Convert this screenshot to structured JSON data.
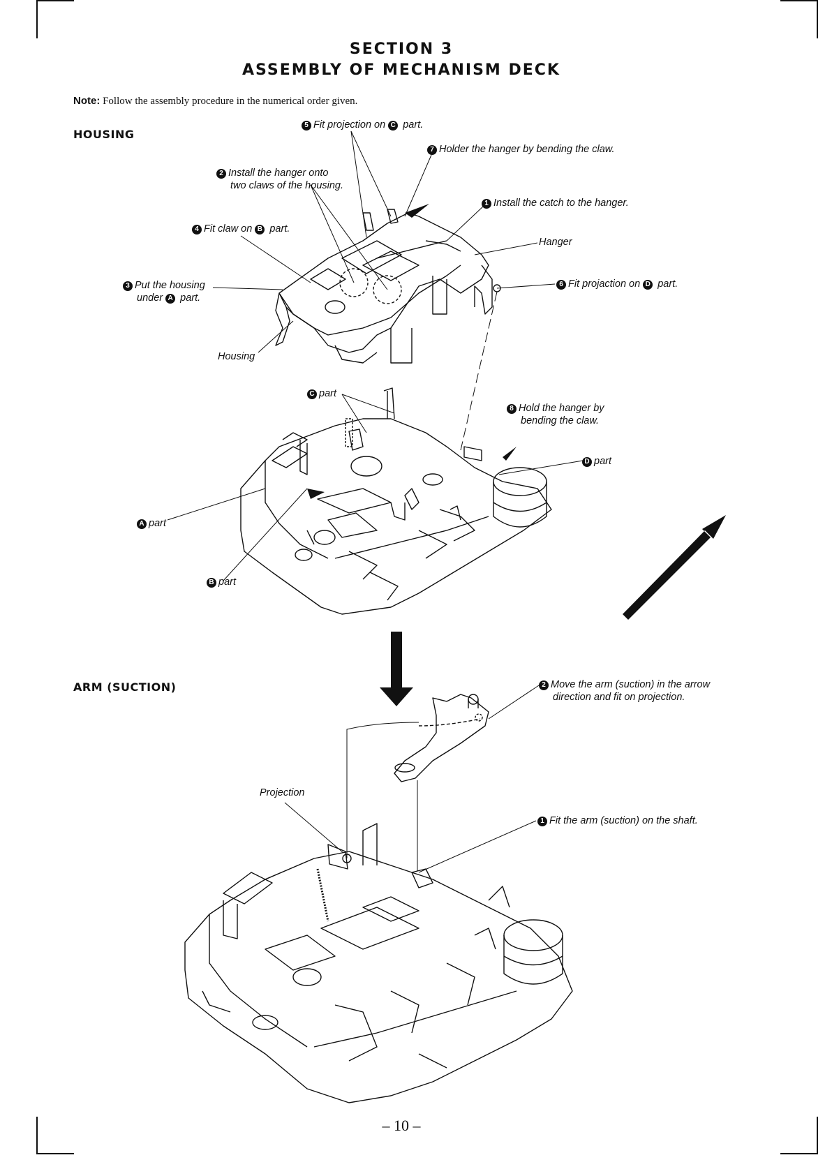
{
  "header": {
    "section": "SECTION 3",
    "title": "ASSEMBLY OF MECHANISM DECK"
  },
  "note": {
    "label": "Note:",
    "text": " Follow the assembly procedure in the numerical order given."
  },
  "housing": {
    "heading": "HOUSING",
    "steps": [
      {
        "num": "5",
        "pre": "Fit projection on ",
        "ref": "C",
        "post": " part."
      },
      {
        "num": "7",
        "pre": "Holder the hanger by bending the claw.",
        "ref": "",
        "post": ""
      },
      {
        "num": "2",
        "pre": "Install the hanger onto",
        "ref": "",
        "post": "",
        "line2": "two claws of the housing."
      },
      {
        "num": "1",
        "pre": "Install the catch to the hanger.",
        "ref": "",
        "post": ""
      },
      {
        "num": "4",
        "pre": "Fit claw on ",
        "ref": "B",
        "post": " part."
      },
      {
        "num": "3",
        "pre": "Put the housing",
        "ref": "",
        "post": "",
        "line2pre": "under ",
        "line2ref": "A",
        "line2post": " part."
      },
      {
        "num": "6",
        "pre": "Fit projaction on ",
        "ref": "D",
        "post": " part."
      },
      {
        "num": "8",
        "pre": "Hold the hanger by",
        "ref": "",
        "post": "",
        "line2": "bending the claw."
      }
    ],
    "labels": {
      "hanger": "Hanger",
      "housing": "Housing",
      "part_word": "part",
      "refs": {
        "a": "A",
        "b": "B",
        "c": "C",
        "d": "D"
      }
    }
  },
  "arm": {
    "heading": "ARM (SUCTION)",
    "steps": [
      {
        "num": "2",
        "line1": "Move the arm (suction) in the arrow",
        "line2": "direction and fit on projection."
      },
      {
        "num": "1",
        "line1": "Fit the arm (suction) on the shaft."
      }
    ],
    "labels": {
      "projection": "Projection"
    }
  },
  "footer": {
    "page": "– 10 –"
  }
}
